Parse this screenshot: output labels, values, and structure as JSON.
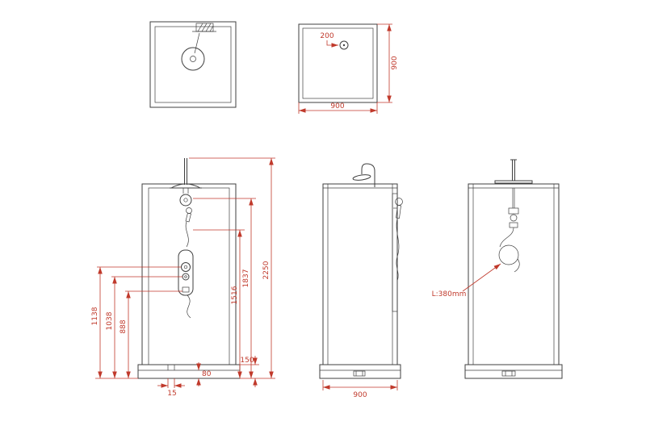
{
  "colors": {
    "object_line": "#3f3f3f",
    "dimension": "#c0392b",
    "background": "#ffffff"
  },
  "drawing": {
    "top_view": {
      "offset_200": "200",
      "depth_900": "900",
      "width_900": "900"
    },
    "front_view": {
      "h_2250": "2250",
      "h_1837": "1837",
      "h_1516": "1516",
      "h_1138": "1138",
      "h_1038": "1038",
      "h_888": "888",
      "tray_150": "150",
      "base_80": "80",
      "base_15": "15"
    },
    "side_view": {
      "w_900": "900"
    },
    "back_view": {
      "hose_label": "L:380mm"
    }
  }
}
